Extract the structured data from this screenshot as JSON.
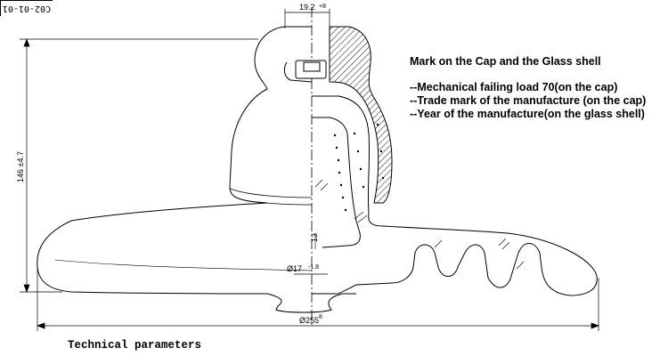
{
  "drawing_code": "C02-01-01",
  "dimensions": {
    "top_width": "19.2",
    "top_width_tol": "+8",
    "height": "146 ±4.7",
    "small_dia": "Ø17",
    "small_dia_tol": "-1.8",
    "small_height": "13",
    "overall_dia": "Ø255",
    "overall_dia_tol": "8"
  },
  "notes": {
    "title": "Mark on the Cap and the Glass shell",
    "lines": [
      "--Mechanical failing load  70(on the cap)",
      "--Trade mark of the manufacture       (on the cap)",
      "--Year of the manufacture(on the glass shell)"
    ]
  },
  "footer": {
    "label": "Technical parameters"
  },
  "colors": {
    "line": "#000000",
    "hatch": "#333333"
  }
}
